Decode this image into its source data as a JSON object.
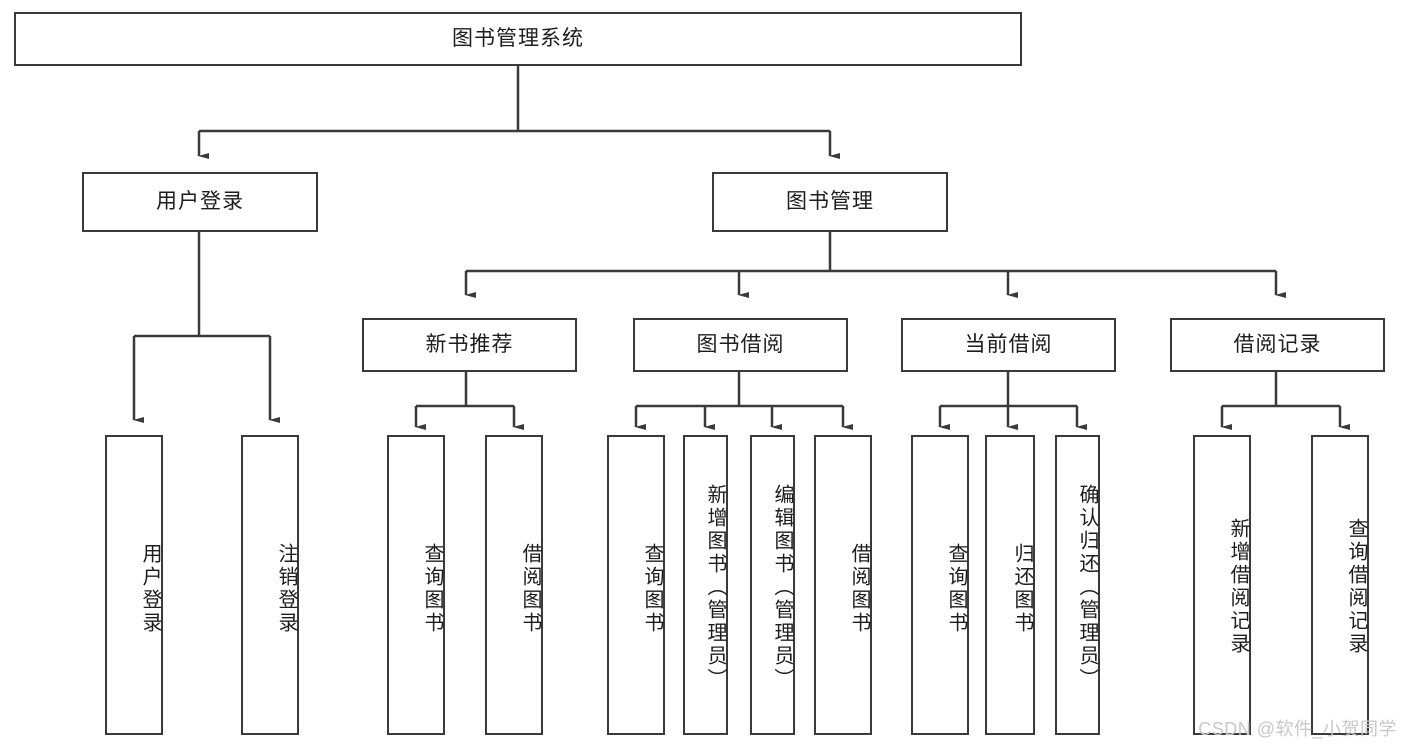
{
  "diagram": {
    "title": "图书管理系统",
    "type": "hierarchy-tree",
    "background_color": "#ffffff",
    "line_color": "#3a3a3a",
    "text_color": "#1d1d1d",
    "root": {
      "label": "图书管理系统",
      "orientation": "horizontal"
    },
    "level2": [
      {
        "label": "用户登录",
        "orientation": "horizontal"
      },
      {
        "label": "图书管理",
        "orientation": "horizontal"
      }
    ],
    "level3": [
      {
        "label": "新书推荐",
        "orientation": "horizontal"
      },
      {
        "label": "图书借阅",
        "orientation": "horizontal"
      },
      {
        "label": "当前借阅",
        "orientation": "horizontal"
      },
      {
        "label": "借阅记录",
        "orientation": "horizontal"
      }
    ],
    "leaves": {
      "user_login": [
        {
          "label": "用户登录",
          "orientation": "vertical"
        },
        {
          "label": "注销登录",
          "orientation": "vertical"
        }
      ],
      "new_book_recommend": [
        {
          "label": "查询图书",
          "orientation": "vertical"
        },
        {
          "label": "借阅图书",
          "orientation": "vertical"
        }
      ],
      "book_borrow": [
        {
          "label": "查询图书",
          "orientation": "vertical"
        },
        {
          "label": "新增图书（管理员）",
          "orientation": "vertical"
        },
        {
          "label": "编辑图书（管理员）",
          "orientation": "vertical"
        },
        {
          "label": "借阅图书",
          "orientation": "vertical"
        }
      ],
      "current_borrow": [
        {
          "label": "查询图书",
          "orientation": "vertical"
        },
        {
          "label": "归还图书",
          "orientation": "vertical"
        },
        {
          "label": "确认归还（管理员）",
          "orientation": "vertical"
        }
      ],
      "borrow_record": [
        {
          "label": "新增借阅记录",
          "orientation": "vertical"
        },
        {
          "label": "查询借阅记录",
          "orientation": "vertical"
        }
      ]
    },
    "watermark": "CSDN @软件_小贺同学"
  }
}
